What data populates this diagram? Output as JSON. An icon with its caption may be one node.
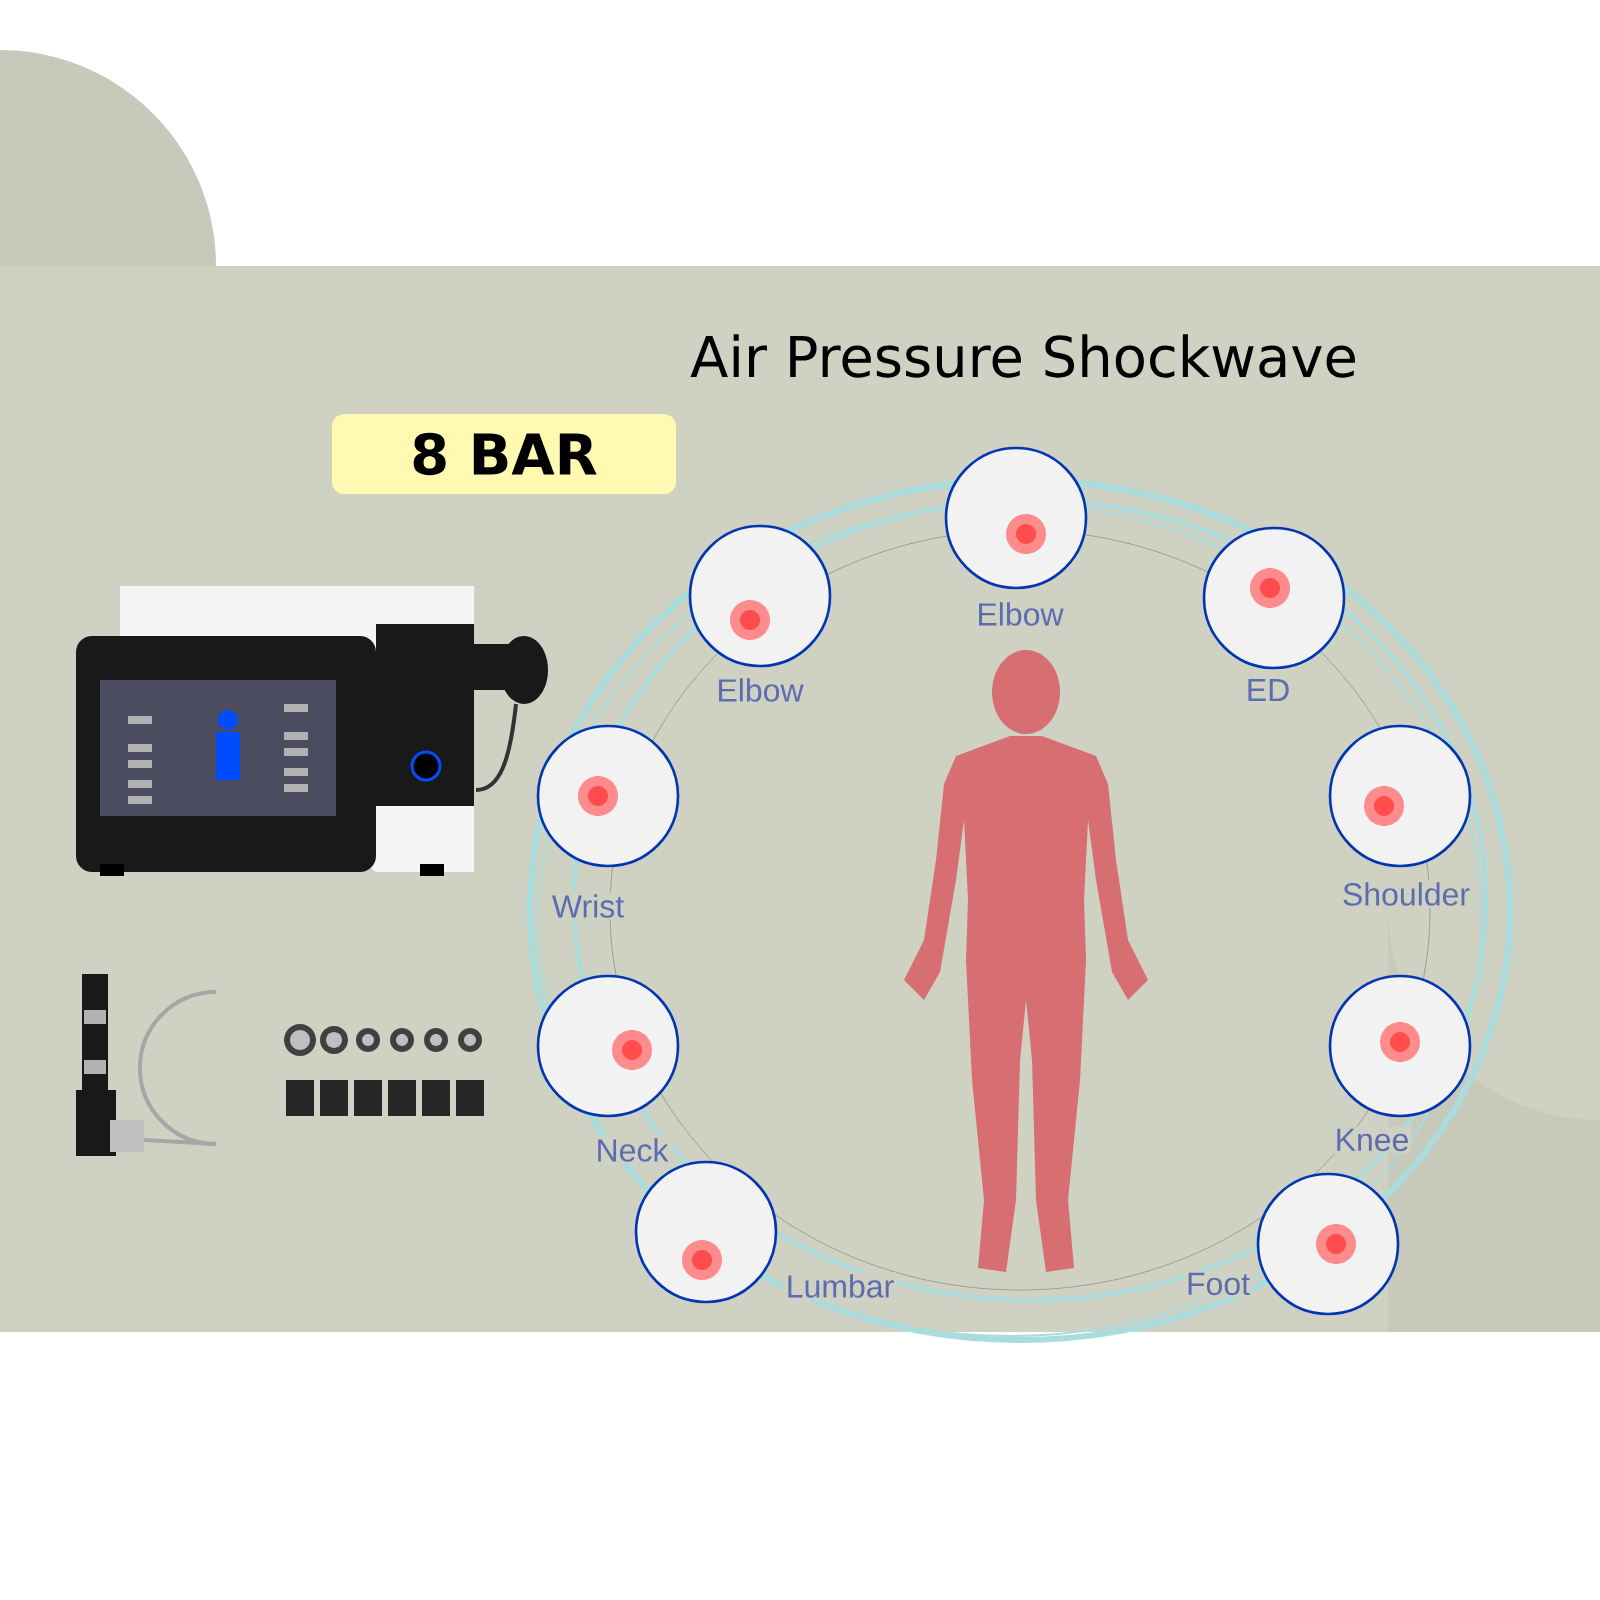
{
  "diagram": {
    "title": "Air Pressure Shockwave",
    "nodes": [
      {
        "text": [
          "8 BAR"
        ]
      },
      {
        "text": [
          "Elbow"
        ]
      },
      {
        "text": [
          "Elbow"
        ]
      },
      {
        "text": [
          "ED"
        ]
      },
      {
        "text": [
          "Wrist"
        ]
      },
      {
        "text": [
          "Shoulder"
        ]
      },
      {
        "text": [
          "Neck"
        ]
      },
      {
        "text": [
          "Knee"
        ]
      },
      {
        "text": [
          "Lumbar"
        ]
      },
      {
        "text": [
          "Foot"
        ]
      }
    ]
  }
}
